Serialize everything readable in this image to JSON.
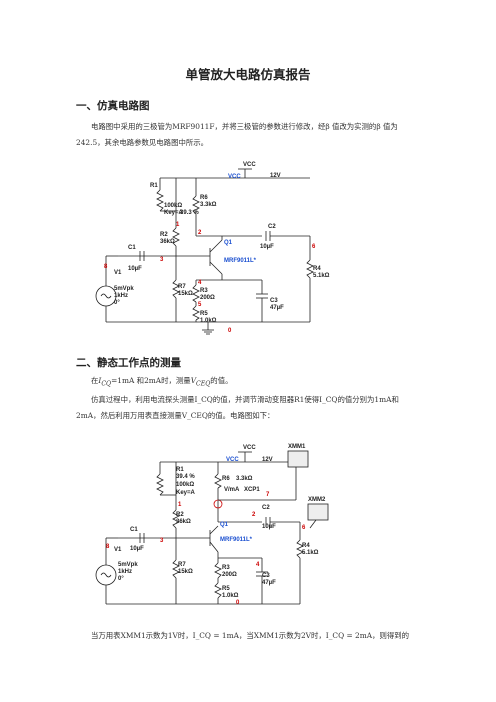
{
  "title": "单管放大电路仿真报告",
  "section1": {
    "heading": "一、仿真电路图",
    "para": "电路图中采用的三极管为MRF9011F，并将三极管的参数进行修改，经β 值改为实测的β 值为242.5，其余电路参数见电路图中所示。"
  },
  "section2": {
    "heading": "二、静态工作点的测量",
    "para1_pre": "在",
    "para1_sym1": "I",
    "para1_sub1": "CQ",
    "para1_mid": "=1mA 和2mA时，测量",
    "para1_sym2": "V",
    "para1_sub2": "CEQ",
    "para1_post": "的值。",
    "para2": "仿真过程中，利用电流探头测量I_CQ的值，并调节滑动变阻器R1使得I_CQ的值分别为1mA和2mA，然后利用万用表直接测量V_CEQ的值。电路图如下：",
    "para3": "当万用表XMM1示数为1V时，I_CQ = 1mA，当XMM1示数为2V时，I_CQ = 2mA，则得到的"
  },
  "circuit1": {
    "vcc_label": "VCC",
    "vcc_red": "VCC",
    "vcc_value": "12V",
    "r1": [
      "R1",
      "100kΩ",
      "Key=A"
    ],
    "r1_percent": "39.3 %",
    "r6": [
      "R6",
      "3.3kΩ"
    ],
    "r2": [
      "R2",
      "36kΩ"
    ],
    "c1": [
      "C1",
      "10µF"
    ],
    "c2": [
      "C2",
      "10µF"
    ],
    "q1": [
      "Q1",
      "MRF9011L*"
    ],
    "v1": [
      "V1",
      "5mVpk",
      "1kHz",
      "0°"
    ],
    "r7": [
      "R7",
      "15kΩ"
    ],
    "r3": [
      "R3",
      "200Ω"
    ],
    "r5": [
      "R5",
      "1.0kΩ"
    ],
    "c3": [
      "C3",
      "47µF"
    ],
    "r4": [
      "R4",
      "5.1kΩ"
    ],
    "nodes": [
      "8",
      "3",
      "1",
      "2",
      "4",
      "5",
      "6",
      "0"
    ]
  },
  "circuit2": {
    "vcc_label": "VCC",
    "vcc_red": "VCC",
    "vcc_value": "12V",
    "xmm1": "XMM1",
    "xmm2": "XMM2",
    "r1": [
      "R1",
      "39.4 %",
      "100kΩ",
      "Key=A"
    ],
    "r6": [
      "R6",
      "3.3kΩ"
    ],
    "probe": [
      "V/mA",
      "XCP1"
    ],
    "r2": [
      "R2",
      "36kΩ"
    ],
    "c1": [
      "C1",
      "10µF"
    ],
    "c2": [
      "C2",
      "10µF"
    ],
    "q1": [
      "Q1",
      "MRF9011L*"
    ],
    "v1": [
      "V1",
      "5mVpk",
      "1kHz",
      "0°"
    ],
    "r7": [
      "R7",
      "15kΩ"
    ],
    "r3": [
      "R3",
      "200Ω"
    ],
    "r5": [
      "R5",
      "1.0kΩ"
    ],
    "c3": [
      "C3",
      "47µF"
    ],
    "r4": [
      "R4",
      "5.1kΩ"
    ],
    "nodes": [
      "8",
      "3",
      "1",
      "7",
      "2",
      "6",
      "4",
      "0"
    ]
  },
  "colors": {
    "node_red": "#c00000",
    "vcc_blue": "#1a4fd0",
    "wire": "#222222"
  }
}
